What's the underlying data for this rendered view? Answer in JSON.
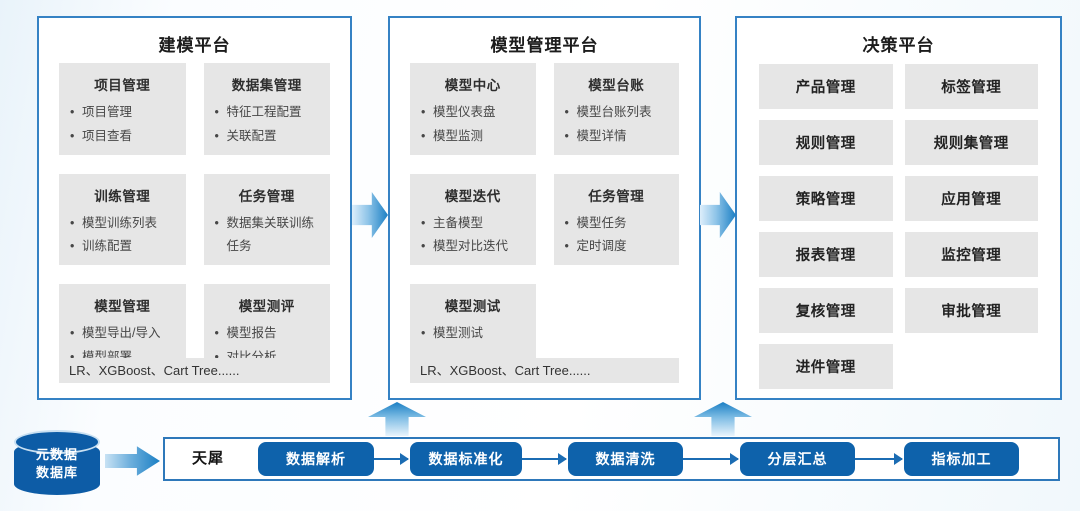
{
  "colors": {
    "panel_border": "#3582c4",
    "pipeline_border": "#2e78ba",
    "card_bg": "#e6e6e6",
    "pill_bg": "#0e62ab",
    "arrow_blue": "#1b7fc4",
    "cylinder_blue": "#0d5ca6"
  },
  "panels": [
    {
      "title": "建模平台",
      "cards": [
        {
          "title": "项目管理",
          "items": [
            "项目管理",
            "项目查看"
          ]
        },
        {
          "title": "数据集管理",
          "items": [
            "特征工程配置",
            "关联配置"
          ]
        },
        {
          "title": "训练管理",
          "items": [
            "模型训练列表",
            "训练配置"
          ]
        },
        {
          "title": "任务管理",
          "items": [
            "数据集关联训练任务"
          ]
        },
        {
          "title": "模型管理",
          "items": [
            "模型导出/导入",
            "模型部署"
          ]
        },
        {
          "title": "模型测评",
          "items": [
            "模型报告",
            "对比分析"
          ]
        }
      ],
      "footer": "LR、XGBoost、Cart Tree......"
    },
    {
      "title": "模型管理平台",
      "cards": [
        {
          "title": "模型中心",
          "items": [
            "模型仪表盘",
            "模型监测"
          ]
        },
        {
          "title": "模型台账",
          "items": [
            "模型台账列表",
            "模型详情"
          ]
        },
        {
          "title": "模型迭代",
          "items": [
            "主备模型",
            "模型对比迭代"
          ]
        },
        {
          "title": "任务管理",
          "items": [
            "模型任务",
            "定时调度"
          ]
        },
        {
          "title": "模型测试",
          "items": [
            "模型测试"
          ]
        }
      ],
      "footer": "LR、XGBoost、Cart Tree......"
    },
    {
      "title": "决策平台",
      "buttons": [
        "产品管理",
        "标签管理",
        "规则管理",
        "规则集管理",
        "策略管理",
        "应用管理",
        "报表管理",
        "监控管理",
        "复核管理",
        "审批管理",
        "进件管理"
      ]
    }
  ],
  "pipeline": {
    "source": {
      "line1": "元数据",
      "line2": "数据库"
    },
    "engine_label": "天犀",
    "steps": [
      "数据解析",
      "数据标准化",
      "数据清洗",
      "分层汇总",
      "指标加工"
    ]
  }
}
